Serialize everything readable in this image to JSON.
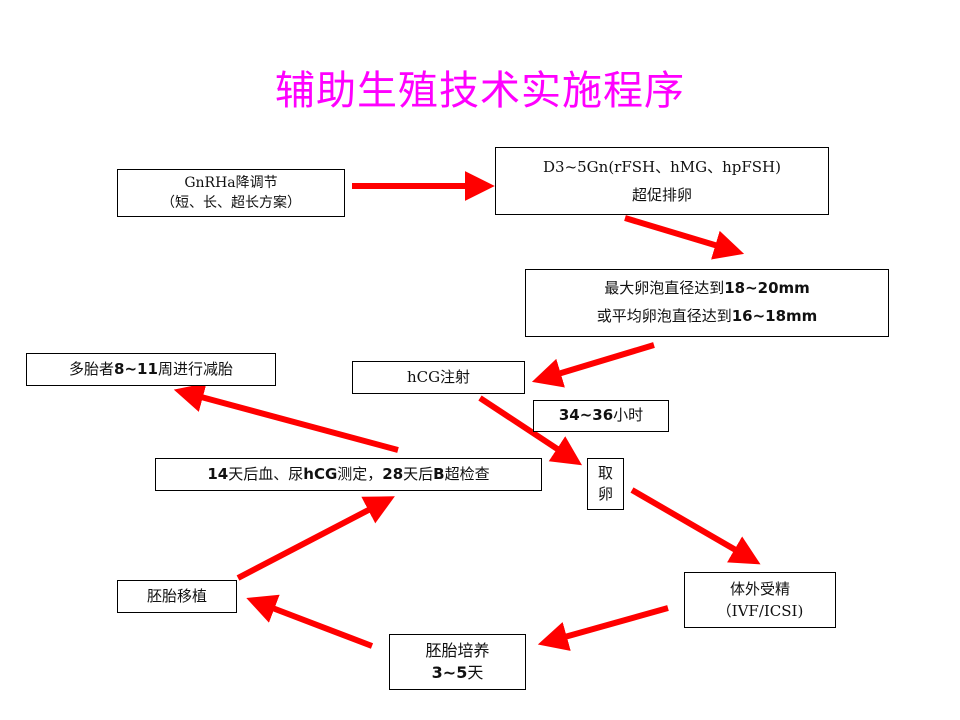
{
  "title": "辅助生殖技术实施程序",
  "arrow_color": "#ff0000",
  "title_color": "#ff00ff",
  "steps": {
    "gnrha": {
      "line1": "GnRHa降调节",
      "line2": "（短、长、超长方案）"
    },
    "stimulation": {
      "line1": "D3~5Gn(rFSH、hMG、hpFSH)",
      "line2": "超促排卵"
    },
    "follicle": {
      "line1_text": "最大卵泡直径达到",
      "line1_num": "18~20mm",
      "line2_text": "或平均卵泡直径达到",
      "line2_num": "16~18mm"
    },
    "hcg": {
      "label": "hCG注射"
    },
    "interval": {
      "num": "34~36",
      "unit": "小时"
    },
    "retrieval": {
      "char1": "取",
      "char2": "卵"
    },
    "ivf": {
      "line1": "体外受精",
      "line2": "（IVF/ICSI)"
    },
    "culture": {
      "line1": "胚胎培养",
      "line2_num": "3~5",
      "line2_unit": "天"
    },
    "transfer": {
      "label": "胚胎移植"
    },
    "check": {
      "num1": "14",
      "text1": "天后血、尿",
      "text2": "hCG",
      "text3": "测定，",
      "num2": "28",
      "text4": "天后",
      "text5": "B",
      "text6": "超检查"
    },
    "reduction": {
      "text1": "多胎者",
      "num": "8~11",
      "text2": "周进行减胎"
    }
  }
}
